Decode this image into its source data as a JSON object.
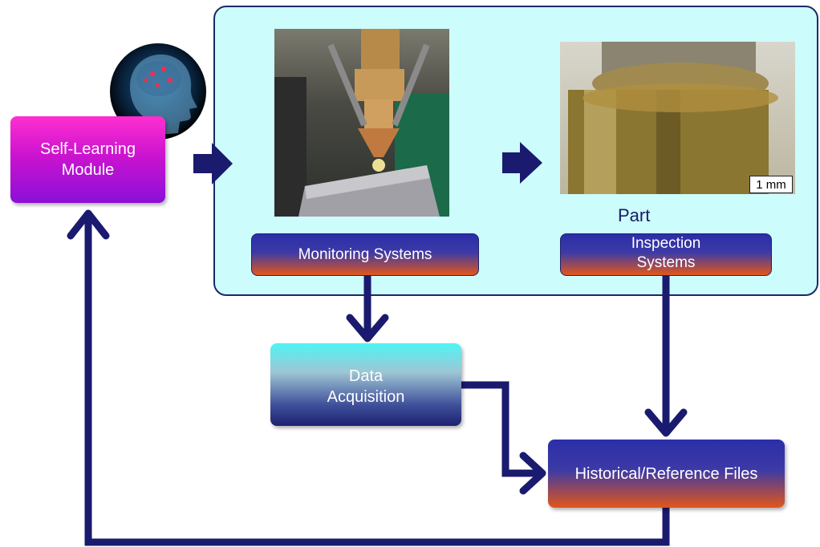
{
  "diagram": {
    "self_learning": "Self-Learning Module",
    "monitoring": "Monitoring Systems",
    "part_label": "Part",
    "inspection": "Inspection Systems",
    "data_acquisition": "Data Acquisition",
    "historical": "Historical/Reference Files",
    "scale_bar": "1 mm"
  },
  "colors": {
    "arrow": "#1a1a6e",
    "panel_fill": "#ccfcfc",
    "accent_magenta": "#cc13cf",
    "accent_orange": "#e2561a"
  },
  "icons": [
    "brain-head-icon",
    "deposition-nozzle-photo",
    "welded-part-photo"
  ]
}
